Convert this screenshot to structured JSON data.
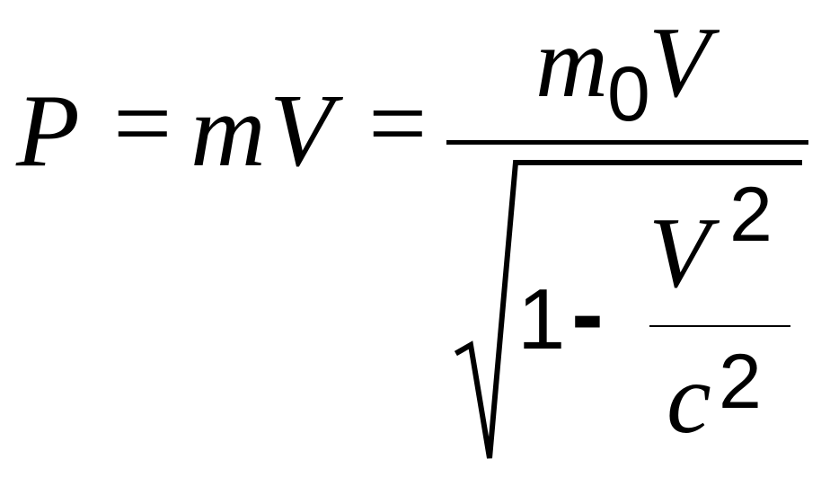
{
  "equation": {
    "lhs": "P",
    "eq1": "=",
    "middle_m": "m",
    "middle_V": "V",
    "eq2": "=",
    "numerator": {
      "m": "m",
      "subscript": "0",
      "V": "V"
    },
    "denominator": {
      "one": "1",
      "minus": "-",
      "inner_numerator": {
        "V": "V",
        "exponent": "2"
      },
      "inner_denominator": {
        "c": "c",
        "exponent": "2"
      }
    }
  },
  "colors": {
    "ink": "#000000",
    "background": "#ffffff"
  }
}
